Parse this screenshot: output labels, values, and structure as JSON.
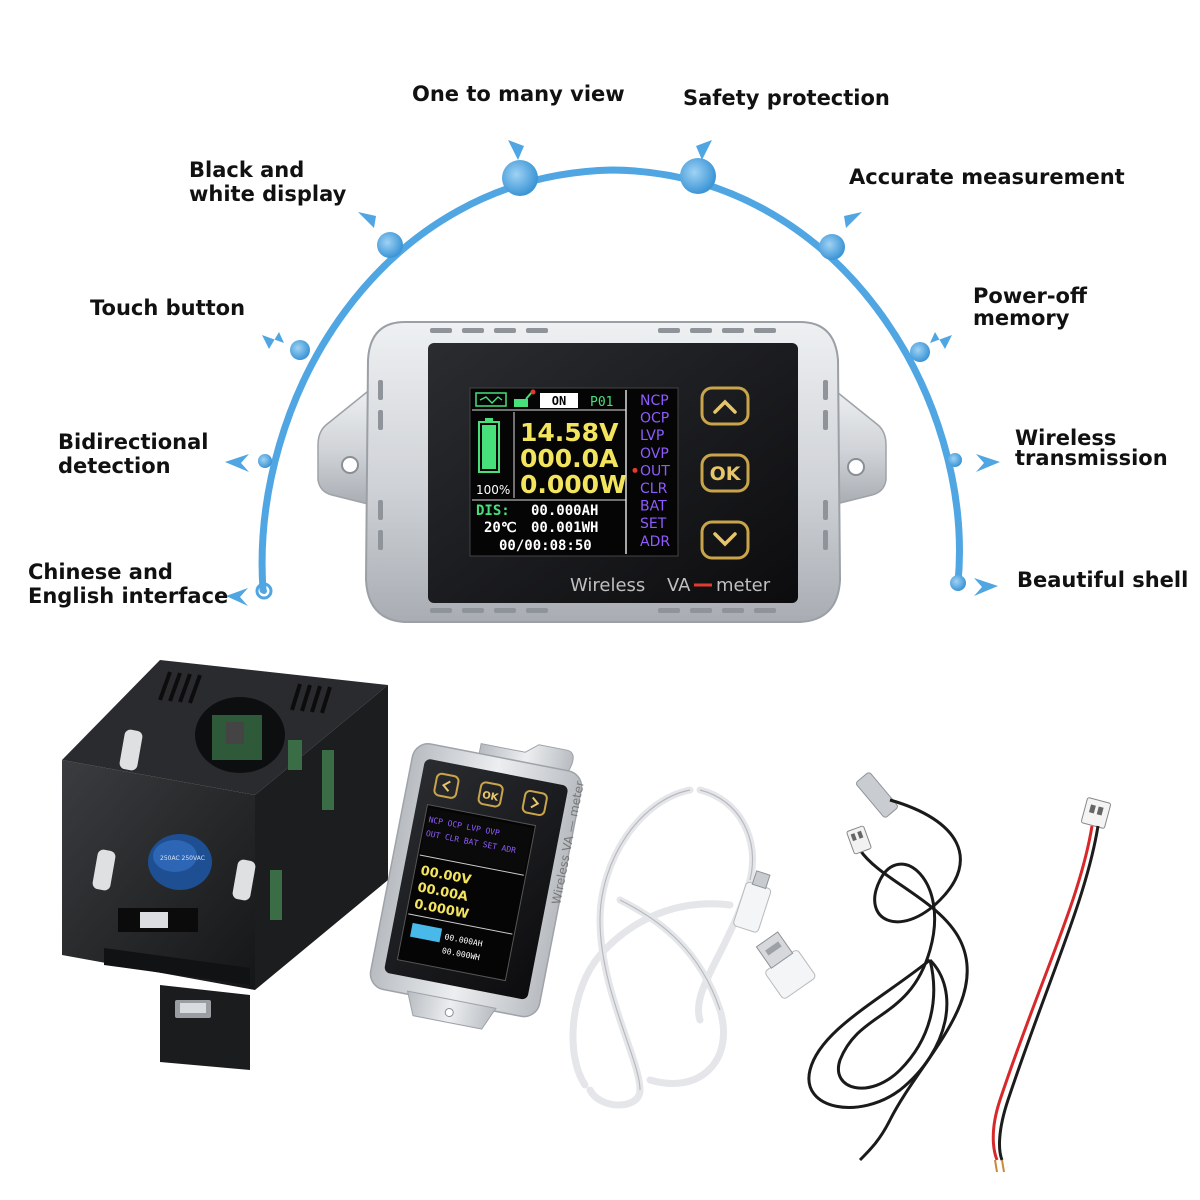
{
  "features": {
    "one_to_many": [
      "One to many view"
    ],
    "safety": [
      "Safety protection"
    ],
    "black_white": [
      "Black and",
      "white display"
    ],
    "accurate": [
      "Accurate measurement"
    ],
    "touch": [
      "Touch button"
    ],
    "power_off": [
      "Power-off",
      "memory"
    ],
    "bidirectional": [
      "Bidirectional",
      "detection"
    ],
    "wireless": [
      "Wireless",
      "transmission"
    ],
    "chinese": [
      "Chinese and",
      "English interface"
    ],
    "beautiful": [
      "Beautiful shell"
    ]
  },
  "meter_display": {
    "status_on": "ON",
    "profile": "P01",
    "voltage": "14.58V",
    "current": "000.0A",
    "power": "0.000W",
    "battery_percent": "100%",
    "dis_label": "DIS:",
    "amp_hours": "00.000AH",
    "temperature": "20℃",
    "watt_hours": "00.001WH",
    "elapsed": "00/00:08:50",
    "menu": [
      "NCP",
      "OCP",
      "LVP",
      "OVP",
      "OUT",
      "CLR",
      "BAT",
      "SET",
      "ADR"
    ],
    "menu_active_index": 4,
    "button_up": "up",
    "button_ok": "OK",
    "button_down": "down",
    "label": {
      "wireless": "Wireless",
      "va": "VA",
      "meter": "meter"
    }
  },
  "small_meter": {
    "voltage": "00.00V",
    "current": "00.00A",
    "power": "0.000W",
    "amp_hours": "00.000AH",
    "watt_hours": "00.000WH",
    "menu": [
      "NCP",
      "OCP",
      "LVP",
      "OVP",
      "OUT",
      "CLR",
      "BAT",
      "SET",
      "ADR"
    ],
    "button_ok": "OK",
    "label": "Wireless  VA — meter"
  },
  "shunt_box": {
    "capacitor_text": "250AC 250VAC"
  },
  "icons": {
    "arc": "feature-arc",
    "arrow": "arrow-marker-icon",
    "cable": "usb-cable",
    "sensor": "temperature-sensor-probe",
    "wire": "red-black-lead-wire"
  },
  "colors": {
    "arc_blue": "#4fa6e2",
    "meter_yellow": "#f3e45e",
    "meter_green": "#48e07a",
    "meter_purple": "#8f5bff",
    "meter_red": "#e33a2f",
    "shell_silver": "#d9dbde"
  }
}
